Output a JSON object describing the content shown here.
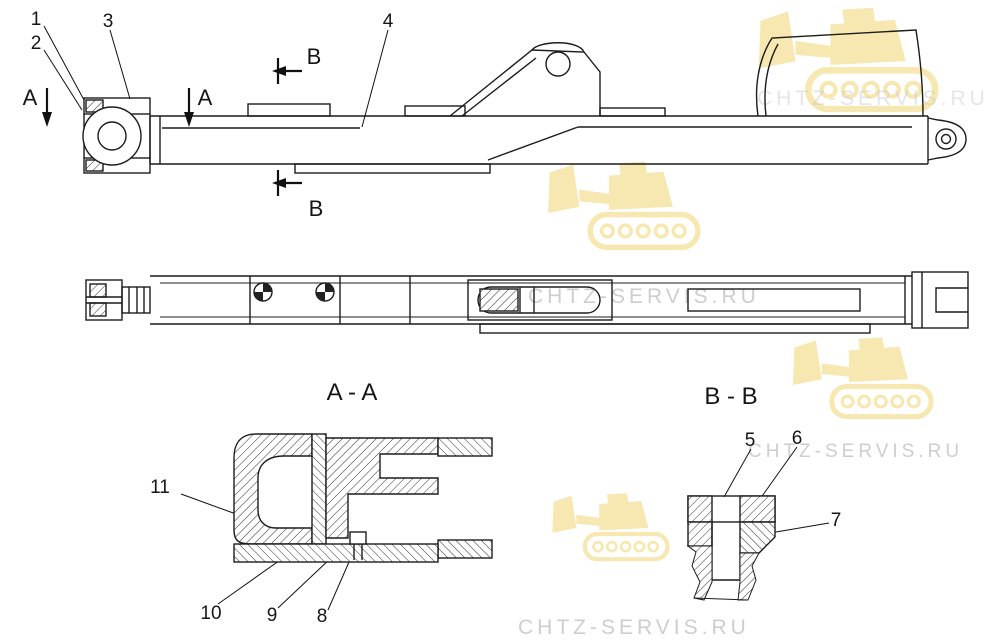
{
  "drawing": {
    "background": "#ffffff",
    "line_color": "#1c1c1c",
    "callouts": {
      "c1": "1",
      "c2": "2",
      "c3": "3",
      "c4": "4",
      "c5": "5",
      "c6": "6",
      "c7": "7",
      "c8": "8",
      "c9": "9",
      "c10": "10",
      "c11": "11"
    },
    "cut_letters": {
      "a": "A",
      "b": "B"
    },
    "section_titles": {
      "aa": "A - A",
      "bb": "B - B"
    },
    "watermark": {
      "text": "CHTZ-SERVIS.RU",
      "text_color": "#c6c6c6",
      "logo_color": "#eecb55"
    }
  }
}
